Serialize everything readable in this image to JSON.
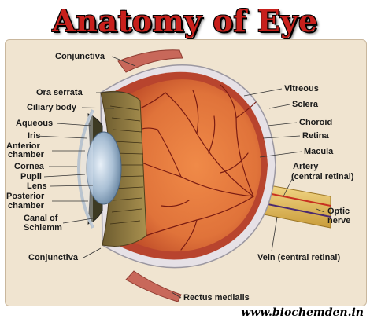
{
  "title": "Anatomy of Eye",
  "website": "www.biochemden.in",
  "labels": {
    "conjunctiva_top": "Conjunctiva",
    "ora_serrata": "Ora serrata",
    "ciliary_body": "Ciliary body",
    "aqueous": "Aqueous",
    "iris": "Iris",
    "anterior_chamber_1": "Anterior",
    "anterior_chamber_2": "chamber",
    "cornea": "Cornea",
    "pupil": "Pupil",
    "lens": "Lens",
    "posterior_chamber_1": "Posterior",
    "posterior_chamber_2": "chamber",
    "canal_1": "Canal of",
    "canal_2": "Schlemm",
    "conjunctiva_bottom": "Conjunctiva",
    "rectus_medialis": "Rectus medialis",
    "vitreous": "Vitreous",
    "sclera": "Sclera",
    "choroid": "Choroid",
    "retina": "Retina",
    "macula": "Macula",
    "artery_1": "Artery",
    "artery_2": "(central retinal)",
    "optic_1": "Optic",
    "optic_2": "nerve",
    "vein": "Vein (central retinal)"
  },
  "colors": {
    "title": "#c8201c",
    "panel": "#f0e4d0",
    "sclera": "#e6e1e6",
    "choroid": "#b8442e",
    "vitreous": "#e0733a",
    "vessels": "#7a1c12",
    "muscle": "#c8685a",
    "lens": "#9bb3c9",
    "nerve": "#e8c060"
  }
}
